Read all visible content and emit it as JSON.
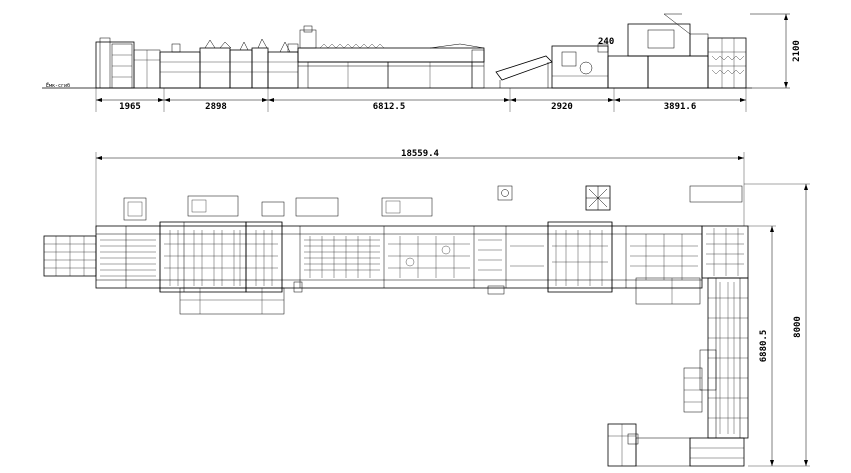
{
  "side_view": {
    "label_small": "Ёмк-сгиб",
    "height_dim": "2100",
    "note_dim": "240",
    "segments": [
      "1965",
      "2898",
      "6812.5",
      "2920",
      "3891.6"
    ]
  },
  "plan_view": {
    "overall_length": "18559.4",
    "vertical_overall": "8000",
    "vertical_inner": "6880.5"
  }
}
